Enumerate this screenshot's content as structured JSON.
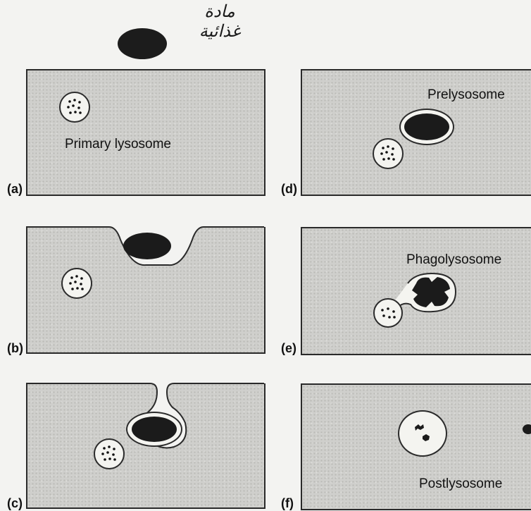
{
  "header": {
    "food_label": "مادة غذائية"
  },
  "panels": [
    {
      "letter": "(a)",
      "label": "Primary lysosome"
    },
    {
      "letter": "(b)",
      "label": ""
    },
    {
      "letter": "(c)",
      "label": ""
    },
    {
      "letter": "(d)",
      "label": "Prelysosome"
    },
    {
      "letter": "(e)",
      "label": "Phagolysosome"
    },
    {
      "letter": "(f)",
      "label": "Postlysosome"
    }
  ],
  "colors": {
    "panel_fill": "#cfcfcc",
    "organelle_fill": "#f4f4f0",
    "food_fill": "#1c1c1c"
  }
}
